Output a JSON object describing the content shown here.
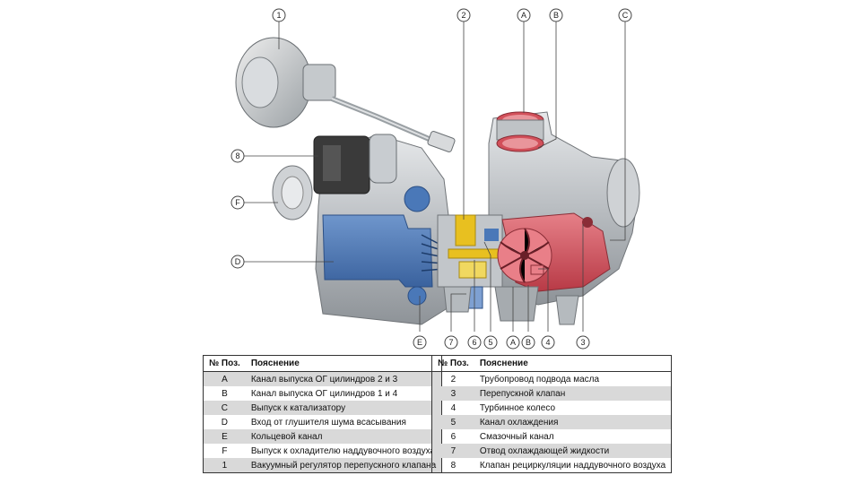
{
  "callouts": {
    "1": "1",
    "2": "2",
    "A": "A",
    "B": "B",
    "C": "C",
    "8": "8",
    "F": "F",
    "D": "D",
    "E": "E",
    "7": "7",
    "6": "6",
    "5": "5",
    "A2": "A",
    "B2": "B",
    "4": "4",
    "3": "3"
  },
  "legend_left": {
    "header_key": "№ Поз.",
    "header_desc": "Пояснение",
    "rows": [
      {
        "key": "A",
        "desc": "Канал выпуска ОГ цилиндров 2 и 3"
      },
      {
        "key": "B",
        "desc": "Канал выпуска ОГ цилиндров 1 и 4"
      },
      {
        "key": "C",
        "desc": "Выпуск к катализатору"
      },
      {
        "key": "D",
        "desc": "Вход от глушителя шума всасывания"
      },
      {
        "key": "E",
        "desc": "Кольцевой канал"
      },
      {
        "key": "F",
        "desc": "Выпуск к охладителю наддувочного воздуха"
      },
      {
        "key": "1",
        "desc": "Вакуумный регулятор перепускного клапана"
      }
    ]
  },
  "legend_right": {
    "header_key": "№ Поз.",
    "header_desc": "Пояснение",
    "rows": [
      {
        "key": "2",
        "desc": "Трубопровод подвода масла"
      },
      {
        "key": "3",
        "desc": "Перепускной клапан"
      },
      {
        "key": "4",
        "desc": "Турбинное колесо"
      },
      {
        "key": "5",
        "desc": "Канал охлаждения"
      },
      {
        "key": "6",
        "desc": "Смазочный канал"
      },
      {
        "key": "7",
        "desc": "Отвод охлаждающей жидкости"
      },
      {
        "key": "8",
        "desc": "Клапан рециркуляции наддувочного воздуха"
      }
    ]
  },
  "colors": {
    "intake_blue": "#4a78b8",
    "exhaust_red": "#d2505a",
    "oil_yellow": "#e8c020",
    "housing_gray": "#b8bcc0",
    "dark_valve": "#333333",
    "table_shade": "#d9d9d9"
  }
}
